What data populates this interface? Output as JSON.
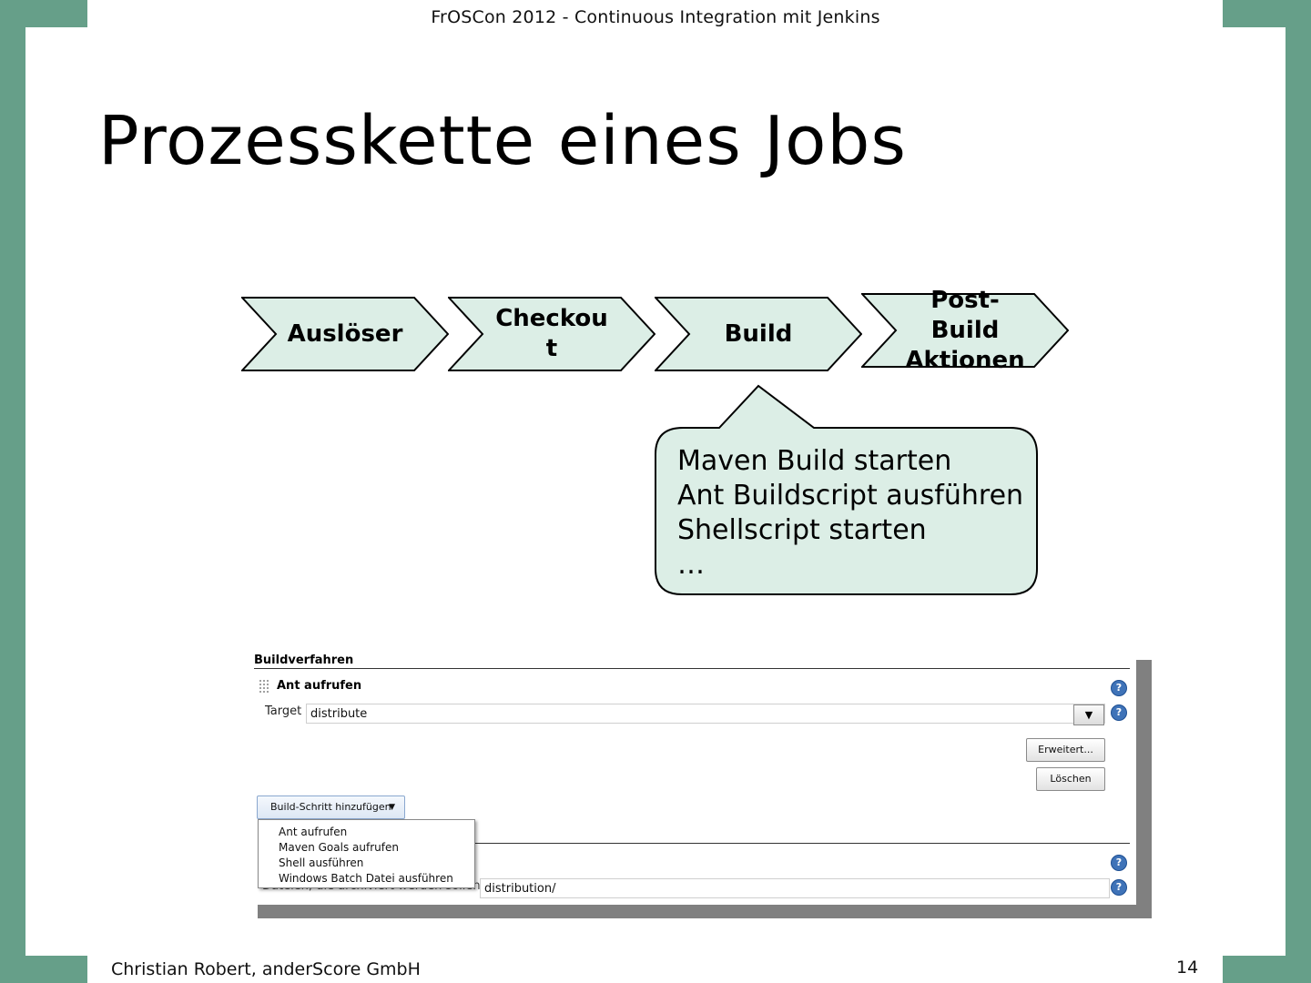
{
  "slide": {
    "header": "FrOSCon 2012 - Continuous Integration mit Jenkins",
    "title": "Prozesskette eines Jobs",
    "footer_left": "Christian Robert, anderScore GmbH",
    "page_number": "14"
  },
  "colors": {
    "frame": "#669f89",
    "shape_fill": "#dceee6"
  },
  "process": {
    "steps": [
      "Auslöser",
      "Checkou\nt",
      "Build",
      "Post-\nBuild\nAktionen"
    ]
  },
  "callout": {
    "items": [
      "Maven Build starten",
      "Ant Buildscript ausführen",
      "Shellscript starten",
      "…"
    ]
  },
  "jenkins": {
    "section_title": "Buildverfahren",
    "step_title": "Ant aufrufen",
    "target_label": "Target",
    "target_value": "distribute",
    "dropdown_arrow": "▼",
    "help_symbol": "?",
    "advanced_button": "Erweitert...",
    "delete_button": "Löschen",
    "add_step_button": "Build-Schritt hinzufügen",
    "add_step_caret": "▼",
    "menu_items": [
      "Ant aufrufen",
      "Maven Goals aufrufen",
      "Shell ausführen",
      "Windows Batch Datei ausführen"
    ],
    "artifacts_label_partial": "Dateien, die archiviert werden sollen",
    "artifacts_value": "distribution/"
  }
}
